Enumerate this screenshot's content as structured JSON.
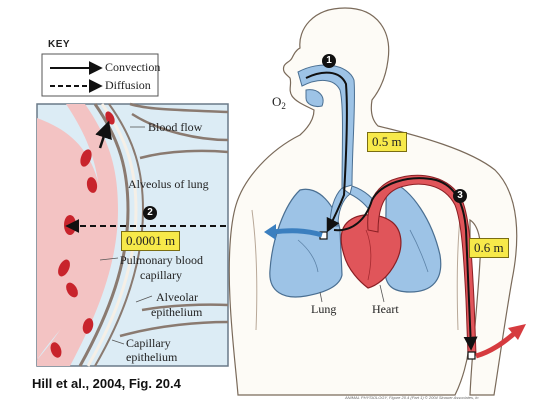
{
  "key": {
    "title": "KEY",
    "convection": "Convection",
    "diffusion": "Diffusion"
  },
  "inset_labels": {
    "blood_flow": "Blood flow",
    "alveolus": "Alveolus of lung",
    "distance_diffusion": "0.0001 m",
    "pulmonary_line1": "Pulmonary blood",
    "pulmonary_line2": "capillary",
    "alveolar_line1": "Alveolar",
    "alveolar_line2": "epithelium",
    "capillary_line1": "Capillary",
    "capillary_line2": "epithelium",
    "step2": "2"
  },
  "body_labels": {
    "step1": "1",
    "step3": "3",
    "o2_main": "O",
    "o2_sub": "2",
    "distance_trachea": "0.5 m",
    "distance_artery": "0.6 m",
    "lung": "Lung",
    "heart": "Heart"
  },
  "citation": "Hill et al., 2004, Fig. 20.4",
  "credit": "ANIMAL PHYSIOLOGY, Figure 20.4 (Part 1) © 2004 Sinauer Associates, In",
  "colors": {
    "lung_blue": "#9dc3e6",
    "heart_red": "#e0555a",
    "capillary_pink": "#f3c3c3",
    "rbc": "#c8242c",
    "alveolus_blue": "#dcecf5",
    "label_yellow": "#f7e94a",
    "skin": "#fdfbf6"
  }
}
